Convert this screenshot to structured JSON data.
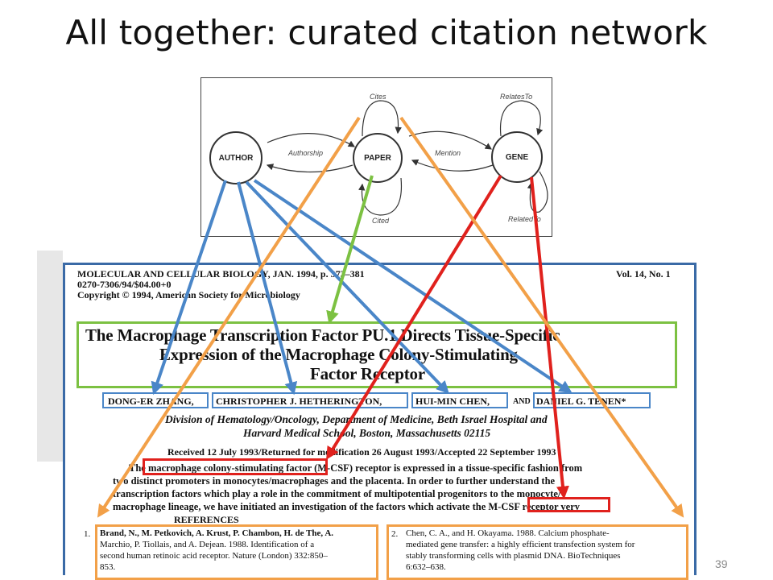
{
  "slide": {
    "title": "All together: curated citation network",
    "page_number": "39"
  },
  "diagram": {
    "nodes": {
      "author": "AUTHOR",
      "paper": "PAPER",
      "gene": "GENE"
    },
    "edges": {
      "cites": "Cites",
      "cited": "Cited",
      "relates_to": "RelatesTo",
      "related_to": "RelatedTo",
      "authorship": "Authorship",
      "mention": "Mention"
    }
  },
  "article": {
    "journal_line": "MOLECULAR AND CELLULAR BIOLOGY, JAN. 1994, p. 373–381",
    "volume": "Vol. 14, No. 1",
    "issn_line": "0270-7306/94/$04.00+0",
    "copyright": "Copyright © 1994, American Society for Microbiology",
    "title_lines": [
      "The Macrophage Transcription Factor PU.1 Directs Tissue-Specific",
      "Expression of the Macrophage Colony-Stimulating",
      "Factor Receptor"
    ],
    "authors": [
      "DONG-ER ZHANG,",
      "CHRISTOPHER J. HETHERINGTON,",
      "HUI-MIN CHEN,",
      "AND",
      "DANIEL G. TENEN*"
    ],
    "affiliation_lines": [
      "Division of Hematology/Oncology, Department of Medicine, Beth Israel Hospital and",
      "Harvard Medical School, Boston, Massachusetts 02115"
    ],
    "received": "Received 12 July 1993/Returned for modification 26 August 1993/Accepted 22 September 1993",
    "abstract_lines": [
      "The macrophage colony-stimulating factor (M-CSF) receptor is expressed in a tissue-specific fashion from",
      "two distinct promoters in monocytes/macrophages and the placenta. In order to further understand the",
      "transcription factors which play a role in the commitment of multipotential progenitors to the monocyte/",
      "macrophage lineage, we have initiated an investigation of the factors which activate the M-CSF receptor very"
    ],
    "references_heading": "REFERENCES",
    "ref1": {
      "num": "1.",
      "lines": [
        "Brand, N., M. Petkovich, A. Krust, P. Chambon, H. de The, A.",
        "Marchio, P. Tiollais, and A. Dejean. 1988. Identification of a",
        "second human retinoic acid receptor. Nature (London) 332:850–",
        "853."
      ]
    },
    "ref2": {
      "num": "2.",
      "lines": [
        "Chen, C. A., and H. Okayama. 1988. Calcium phosphate-",
        "mediated gene transfer: a highly efficient transfection system for",
        "stably transforming cells with plasmid DNA. BioTechniques",
        "6:632–638."
      ]
    }
  },
  "colors": {
    "paper_mapping": "#7cc142",
    "author_mapping": "#4a86c8",
    "gene_mapping": "#e0211d",
    "cites_mapping": "#f2a048",
    "frame": "#3a6aa6"
  }
}
